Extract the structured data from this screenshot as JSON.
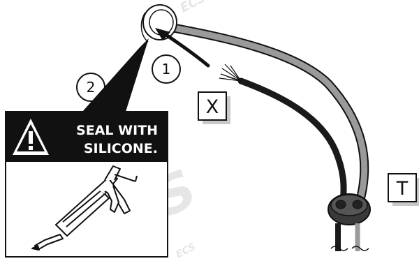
{
  "watermark": {
    "brand": "ECS",
    "small_top": "ECS",
    "small_bottom": "ECS"
  },
  "callouts": {
    "one": "1",
    "two": "2"
  },
  "labels": {
    "x": "X",
    "t": "T"
  },
  "warning": {
    "line1": "SEAL WITH",
    "line2": "SILICONE."
  },
  "colors": {
    "ink": "#111111",
    "cable_grey": "#9a9a9a",
    "cable_black": "#1a1a1a",
    "grommet": "#3a3a3a",
    "label_shadow": "#c8c8c8",
    "watermark": "#e6e6e6",
    "panel_background": "#ffffff"
  },
  "icons": [
    "warning-triangle-icon",
    "silicone-gun-icon",
    "arrow-icon",
    "grommet-icon"
  ]
}
